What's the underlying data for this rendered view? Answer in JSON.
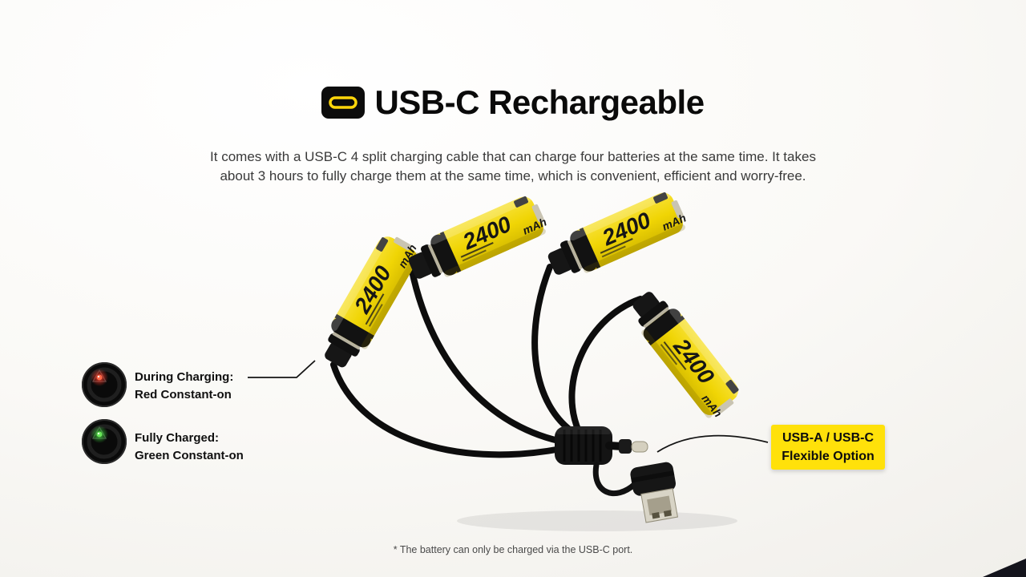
{
  "header": {
    "title": "USB-C Rechargeable",
    "description_line1": "It comes with a USB-C 4 split charging cable that can charge four batteries at the same time. It takes",
    "description_line2": "about 3 hours to fully charge them at the same time, which is convenient, efficient and worry-free."
  },
  "battery": {
    "capacity": "2400",
    "unit": "mAh",
    "count": 4
  },
  "callouts": {
    "charging": {
      "title": "During Charging:",
      "detail": "Red Constant-on"
    },
    "charged": {
      "title": "Fully Charged:",
      "detail": "Green Constant-on"
    },
    "flexible": {
      "line1": "USB-A / USB-C",
      "line2": "Flexible Option"
    }
  },
  "footnote": "* The battery can only be charged via the USB-C port.",
  "colors": {
    "highlight_yellow": "#FFE10A",
    "battery_yellow": "#F0D505",
    "led_red": "#FF5A3C",
    "led_green": "#5EE04E",
    "cable_black": "#111111"
  }
}
